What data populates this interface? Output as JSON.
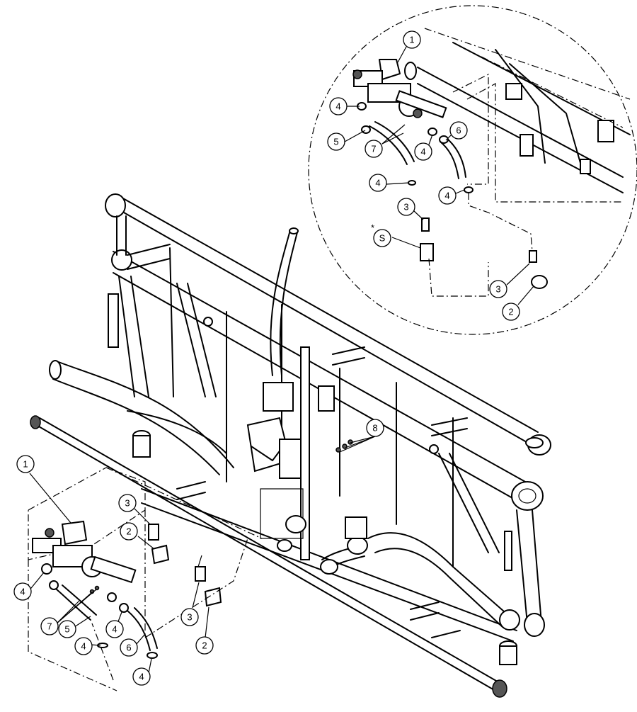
{
  "diagram": {
    "callouts": {
      "c1_detail": "1",
      "c4_a": "4",
      "c5_detail": "5",
      "c7_detail": "7",
      "c4_b": "4",
      "c6_detail": "6",
      "c4_c": "4",
      "c4_d": "4",
      "c3_detail": "3",
      "cS_detail": "S",
      "c3_detail_b": "3",
      "c2_detail": "2",
      "c8_main": "8",
      "c1_main": "1",
      "c3_main_a": "3",
      "c2_main_a": "2",
      "c3_main_b": "3",
      "c2_main_b": "2",
      "c4_main_a": "4",
      "c7_main": "7",
      "c5_main": "5",
      "c4_main_b": "4",
      "c4_main_c": "4",
      "c6_main": "6",
      "c4_main_d": "4"
    },
    "asterisk": "*"
  }
}
